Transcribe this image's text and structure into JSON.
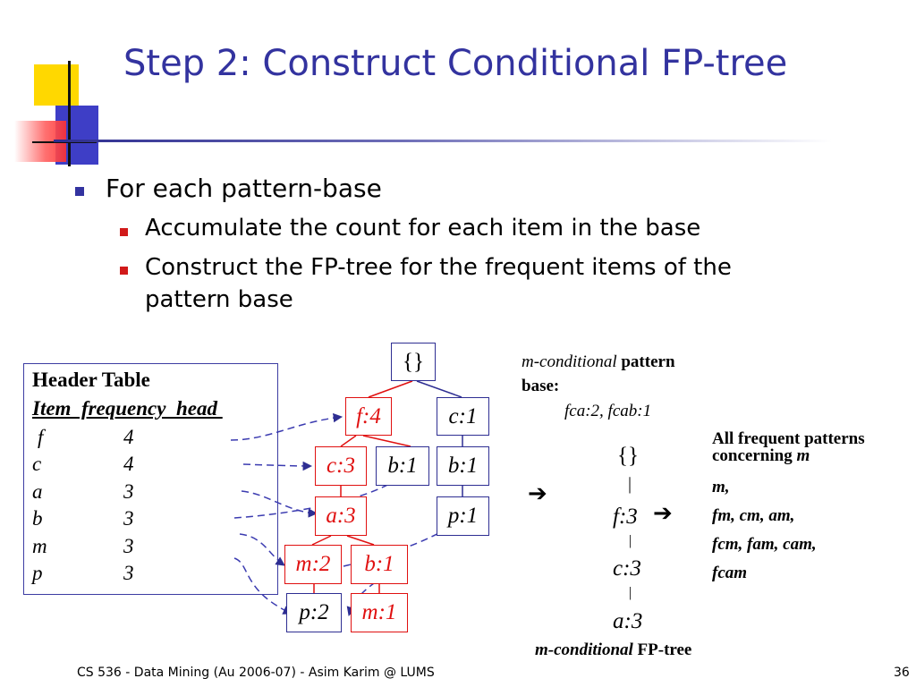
{
  "title": "Step 2: Construct Conditional FP-tree",
  "bullets": {
    "level1": "For each pattern-base",
    "level2": [
      "Accumulate the count for each item in the base",
      "Construct the FP-tree for the frequent items of the",
      "pattern base"
    ]
  },
  "header_table": {
    "title": "Header Table",
    "columns": "Item  frequency  head ",
    "rows": [
      {
        "item": "f",
        "freq": "4"
      },
      {
        "item": "c",
        "freq": "4"
      },
      {
        "item": "a",
        "freq": "3"
      },
      {
        "item": "b",
        "freq": "3"
      },
      {
        "item": "m",
        "freq": "3"
      },
      {
        "item": "p",
        "freq": "3"
      }
    ]
  },
  "fp_tree": {
    "root": "{}",
    "nodes": {
      "f4": "f:4",
      "c1_top": "c:1",
      "c3": "c:3",
      "b1_mid": "b:1",
      "b1_right": "b:1",
      "a3": "a:3",
      "p1": "p:1",
      "m2": "m:2",
      "b1_low": "b:1",
      "p2": "p:2",
      "m1": "m:1"
    }
  },
  "conditional_base": {
    "label_italic": "m-conditional",
    "label_rest": " pattern",
    "label_line2": "base:",
    "value": "fca:2, fcab:1"
  },
  "conditional_tree": {
    "root": "{}",
    "sep": "|",
    "nodes": [
      "f:3",
      "c:3",
      "a:3"
    ],
    "caption_italic": "m-conditional",
    "caption_rest": " FP-tree"
  },
  "patterns": {
    "heading_line1": "All frequent patterns",
    "heading_line2": "concerning ",
    "heading_item": "m",
    "lines": [
      "m,",
      "fm, cm, am,",
      "fcm, fam, cam,",
      "fcam"
    ]
  },
  "arrow_glyph": "➔",
  "footer": {
    "course": "CS 536 - Data Mining (Au 2006-07) - Asim Karim @ LUMS",
    "page": "36"
  },
  "colors": {
    "title": "#33339f",
    "node_red": "#e01010",
    "node_blue": "#2e2e92",
    "link_dashed": "#3b3bb0"
  }
}
